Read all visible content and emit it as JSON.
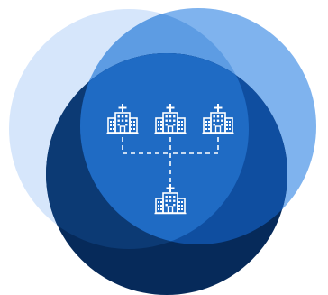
{
  "palette": {
    "background": "#ffffff",
    "circle_left": "#d6e6fb",
    "circle_right": "#7fb3ee",
    "circle_front": "#062a5a",
    "icon_stroke": "#ffffff",
    "connector": "#ffffff"
  },
  "diagram": {
    "nodes": [
      {
        "id": "hospital-top-left",
        "icon": "hospital-building-icon"
      },
      {
        "id": "hospital-top-center",
        "icon": "hospital-building-icon"
      },
      {
        "id": "hospital-top-right",
        "icon": "hospital-building-icon"
      },
      {
        "id": "hospital-bottom-center",
        "icon": "hospital-building-icon"
      }
    ],
    "connector_style": "dashed",
    "edges": [
      [
        "hospital-top-left",
        "hospital-bottom-center"
      ],
      [
        "hospital-top-center",
        "hospital-bottom-center"
      ],
      [
        "hospital-top-right",
        "hospital-bottom-center"
      ]
    ]
  }
}
